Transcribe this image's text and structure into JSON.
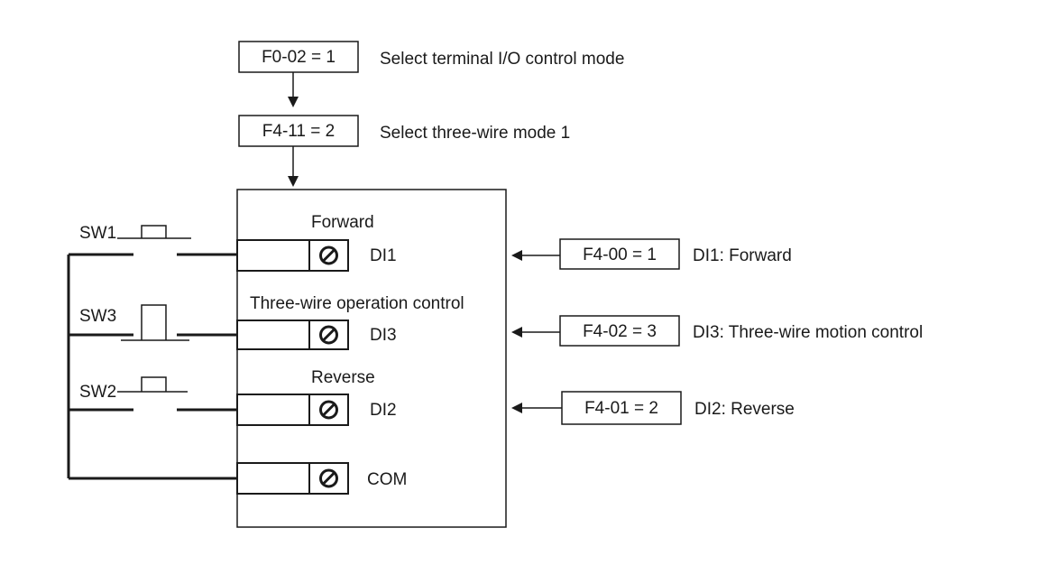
{
  "config_steps": [
    {
      "param": "F0-02 = 1",
      "description": "Select terminal I/O control mode"
    },
    {
      "param": "F4-11 = 2",
      "description": "Select three-wire mode 1"
    }
  ],
  "terminals": [
    {
      "id": "DI1",
      "label": "DI1",
      "function_label": "Forward"
    },
    {
      "id": "DI3",
      "label": "DI3",
      "function_label": "Three-wire operation control"
    },
    {
      "id": "DI2",
      "label": "DI2",
      "function_label": "Reverse"
    },
    {
      "id": "COM",
      "label": "COM",
      "function_label": ""
    }
  ],
  "switches": [
    {
      "id": "SW1",
      "label": "SW1",
      "type": "normally-open"
    },
    {
      "id": "SW3",
      "label": "SW3",
      "type": "normally-closed"
    },
    {
      "id": "SW2",
      "label": "SW2",
      "type": "normally-open"
    }
  ],
  "parameters": [
    {
      "param": "F4-00 = 1",
      "description": "DI1: Forward"
    },
    {
      "param": "F4-02 = 3",
      "description": "DI3: Three-wire motion control"
    },
    {
      "param": "F4-01 = 2",
      "description": "DI2: Reverse"
    }
  ],
  "icons": {
    "terminal_screw": "terminal-screw-icon"
  }
}
